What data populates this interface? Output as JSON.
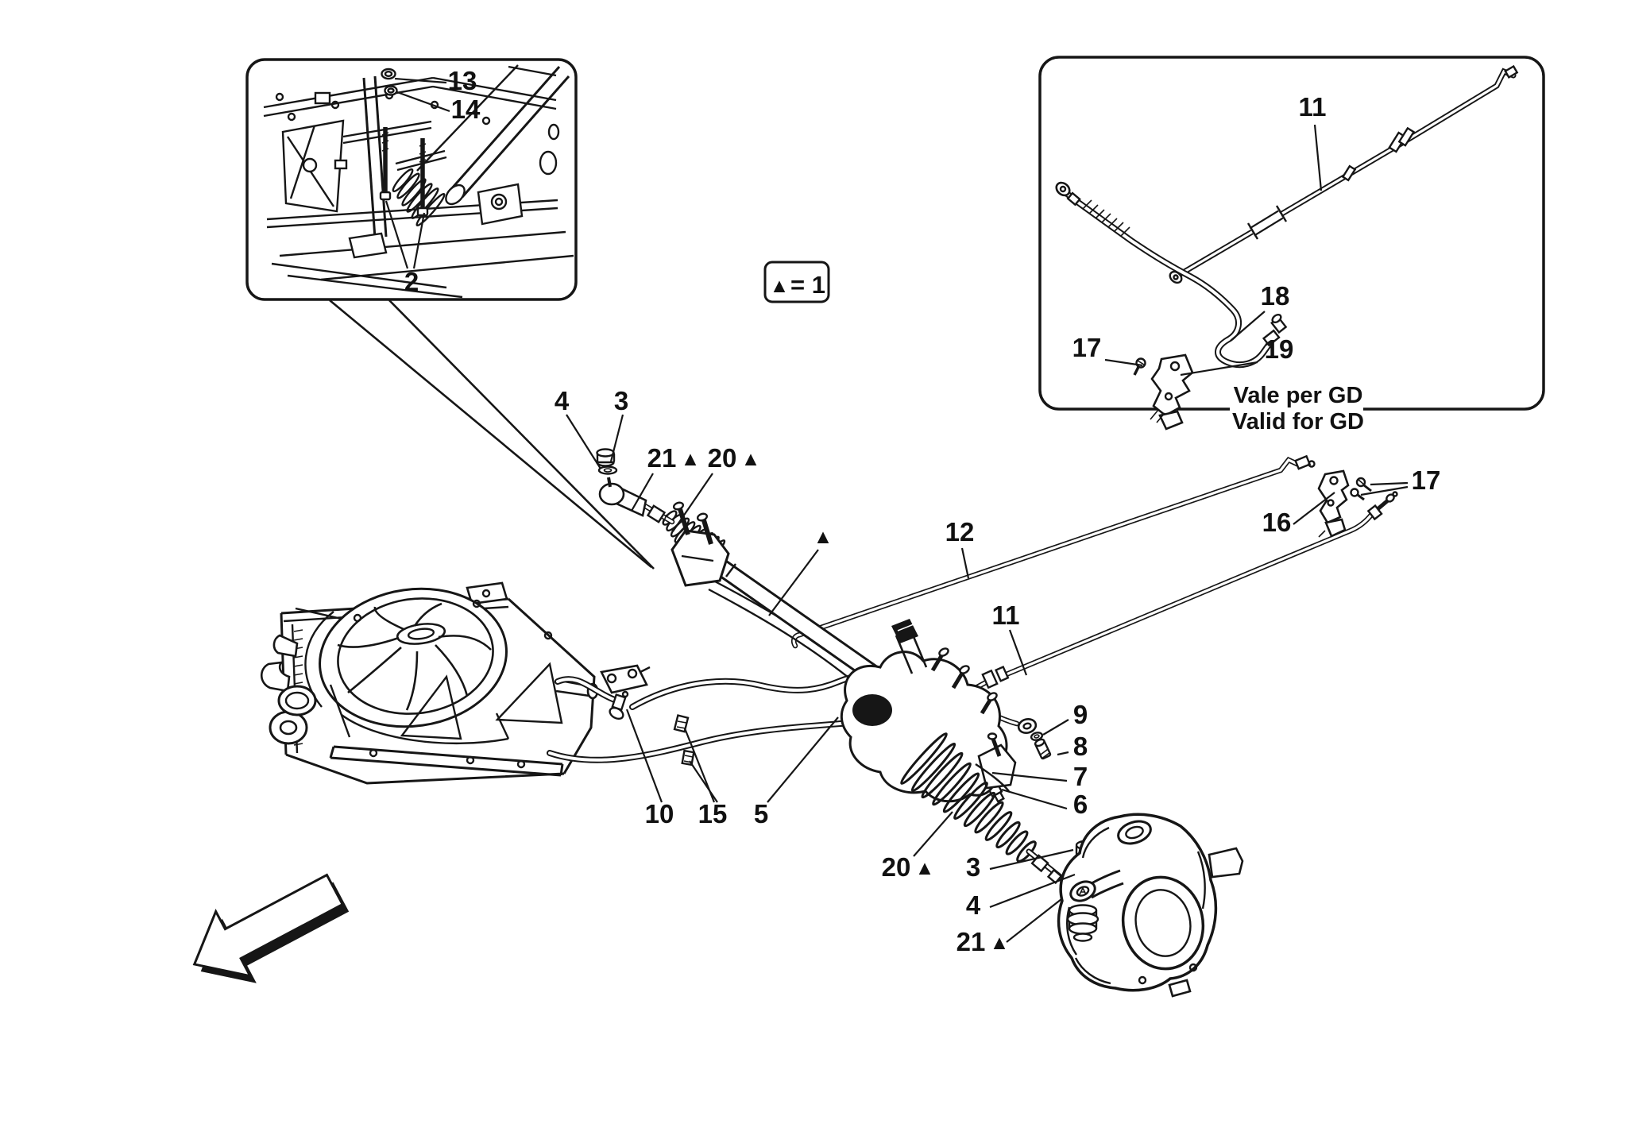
{
  "diagram": {
    "kind": "exploded-parts-diagram",
    "background": "#ffffff",
    "line_color": "#161616"
  },
  "legend": {
    "marker": "▲",
    "equation": "= 1"
  },
  "note": {
    "line1": "Vale per GD",
    "line2": "Valid for GD"
  },
  "callouts": {
    "n2": "2",
    "n3": "3",
    "n4": "4",
    "n5": "5",
    "n6": "6",
    "n7": "7",
    "n8": "8",
    "n9": "9",
    "n10": "10",
    "n11": "11",
    "n12": "12",
    "n13": "13",
    "n14": "14",
    "n15": "15",
    "n16": "16",
    "n17": "17",
    "n18": "18",
    "n19": "19",
    "n20": "20",
    "n21": "21"
  }
}
